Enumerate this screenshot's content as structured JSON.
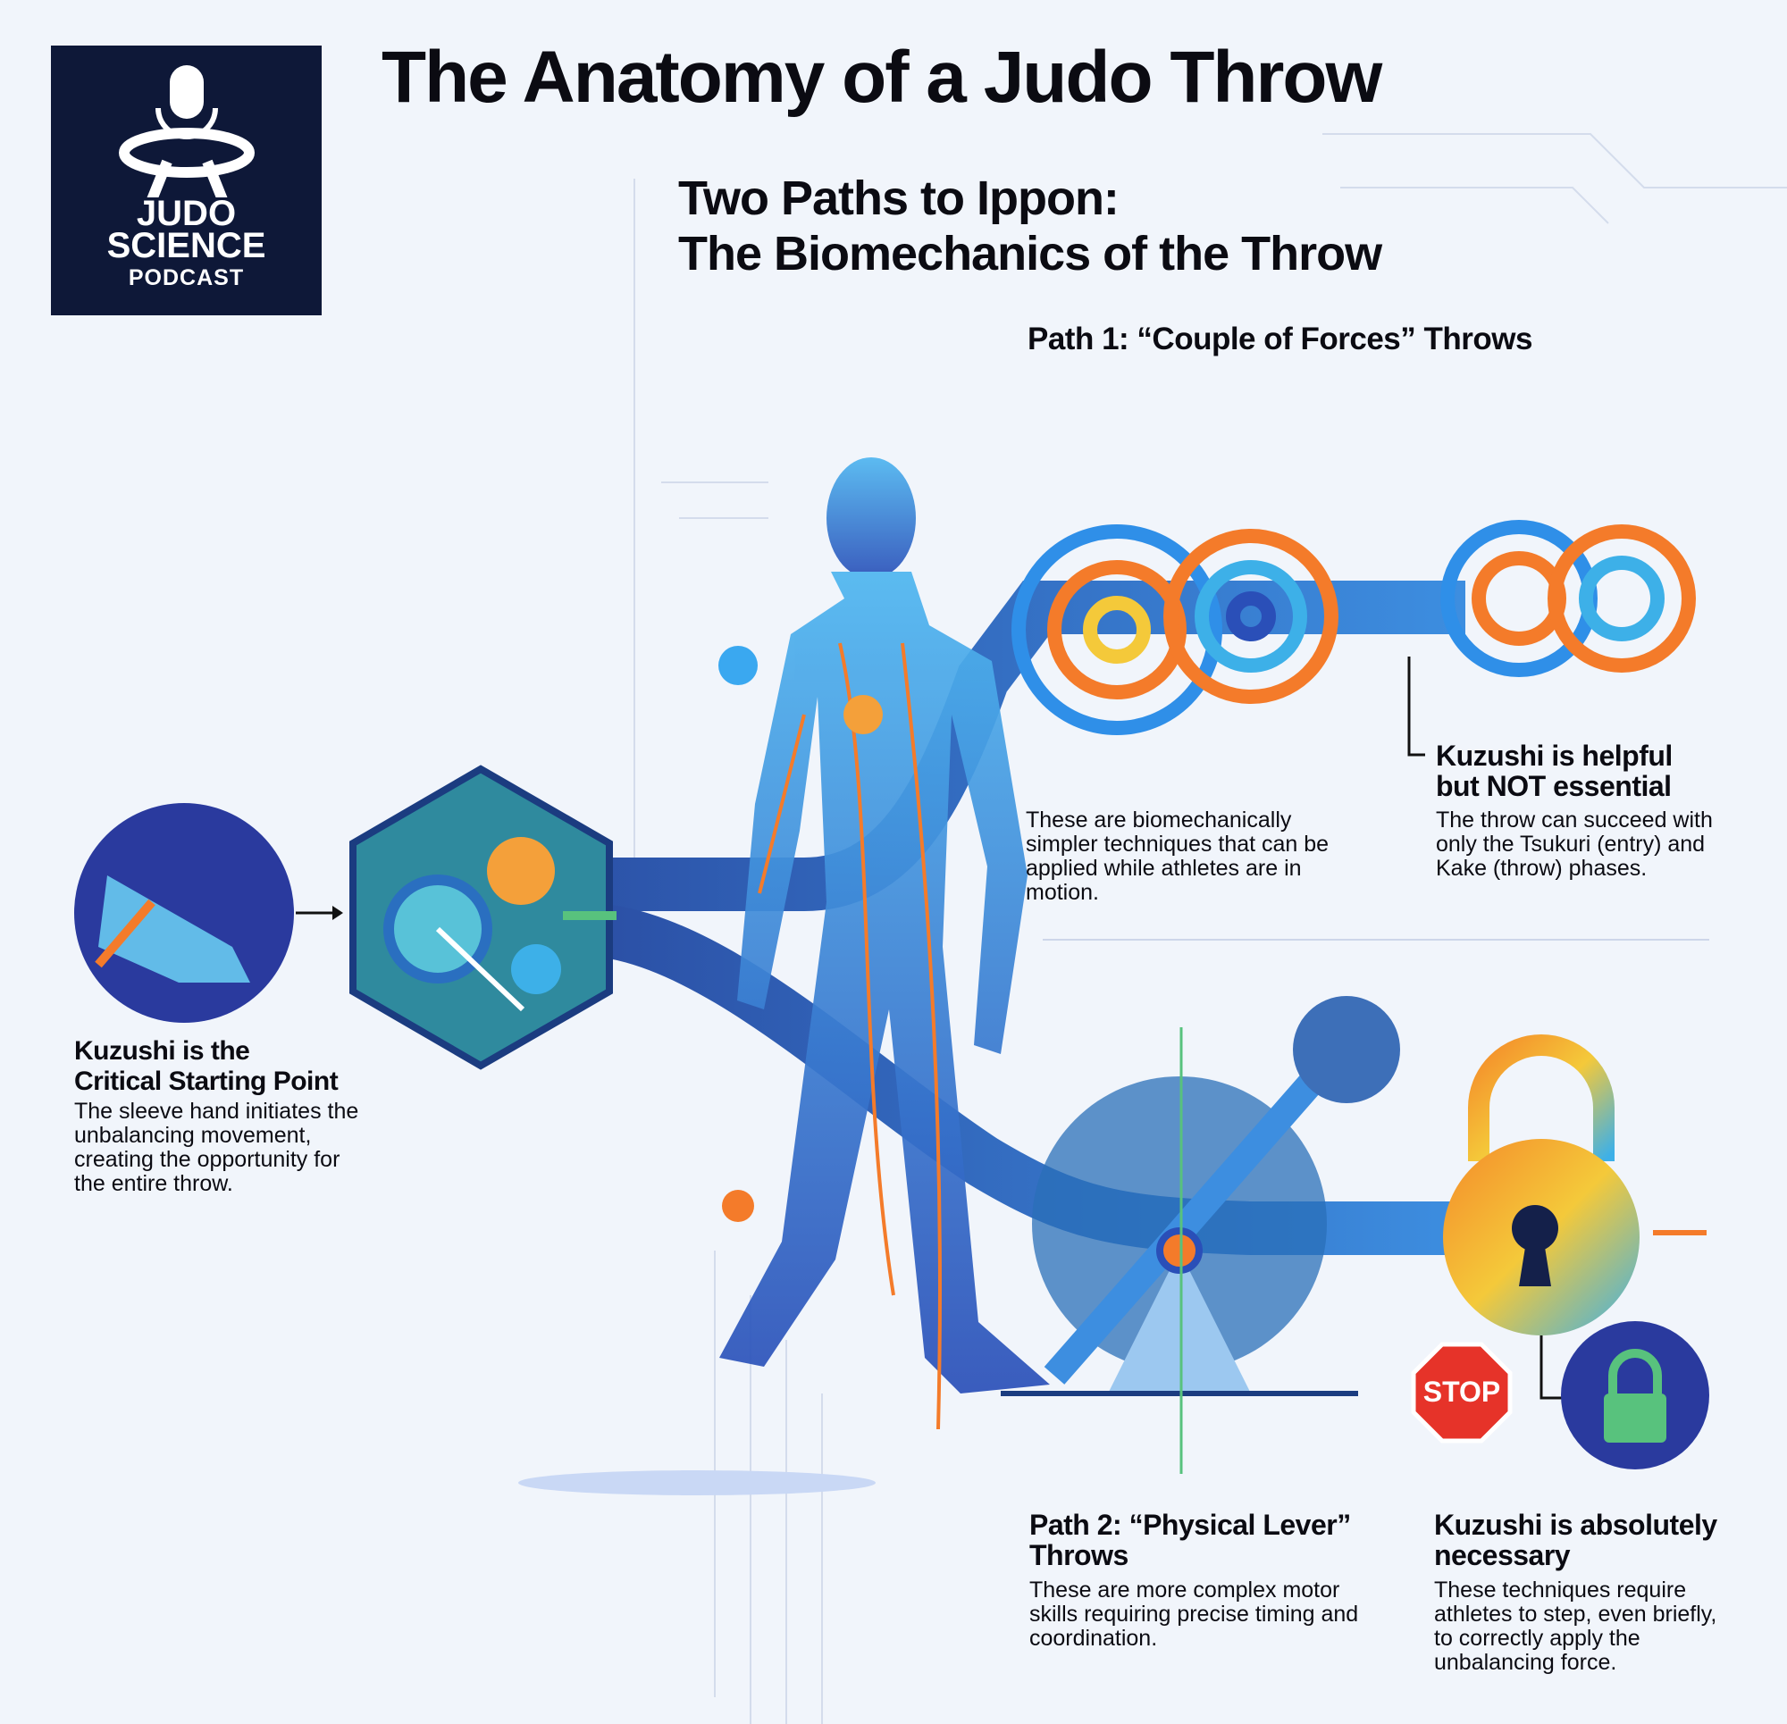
{
  "logo": {
    "line1": "JUDO",
    "line2": "SCIENCE",
    "line3": "PODCAST"
  },
  "title": "The Anatomy of a Judo Throw",
  "subtitle": {
    "line1": "Two Paths to Ippon:",
    "line2": "The Biomechanics of the Throw"
  },
  "path1": {
    "label": "Path 1: “Couple of Forces” Throws",
    "description": "These are biomechanically simpler techniques that can be applied while athletes are in motion.",
    "note_heading": "Kuzushi is helpful but NOT essential",
    "note_body": "The throw can succeed with only the Tsukuri (entry) and Kake (throw) phases."
  },
  "start": {
    "heading": "Kuzushi is the Critical Starting Point",
    "body": "The sleeve hand initiates the unbalancing movement, creating the opportunity for the entire throw."
  },
  "path2": {
    "label": "Path 2: “Physical Lever” Throws",
    "description": "These are more complex motor skills requiring precise timing and coordination.",
    "note_heading": "Kuzushi is absolutely necessary",
    "note_body": "These techniques require athletes to step, even briefly, to correctly apply the unbalancing force."
  },
  "stop_sign": "STOP",
  "colors": {
    "navy": "#0e1838",
    "blue": "#2f8fe8",
    "orange": "#f47b2a",
    "green": "#58c27d"
  }
}
